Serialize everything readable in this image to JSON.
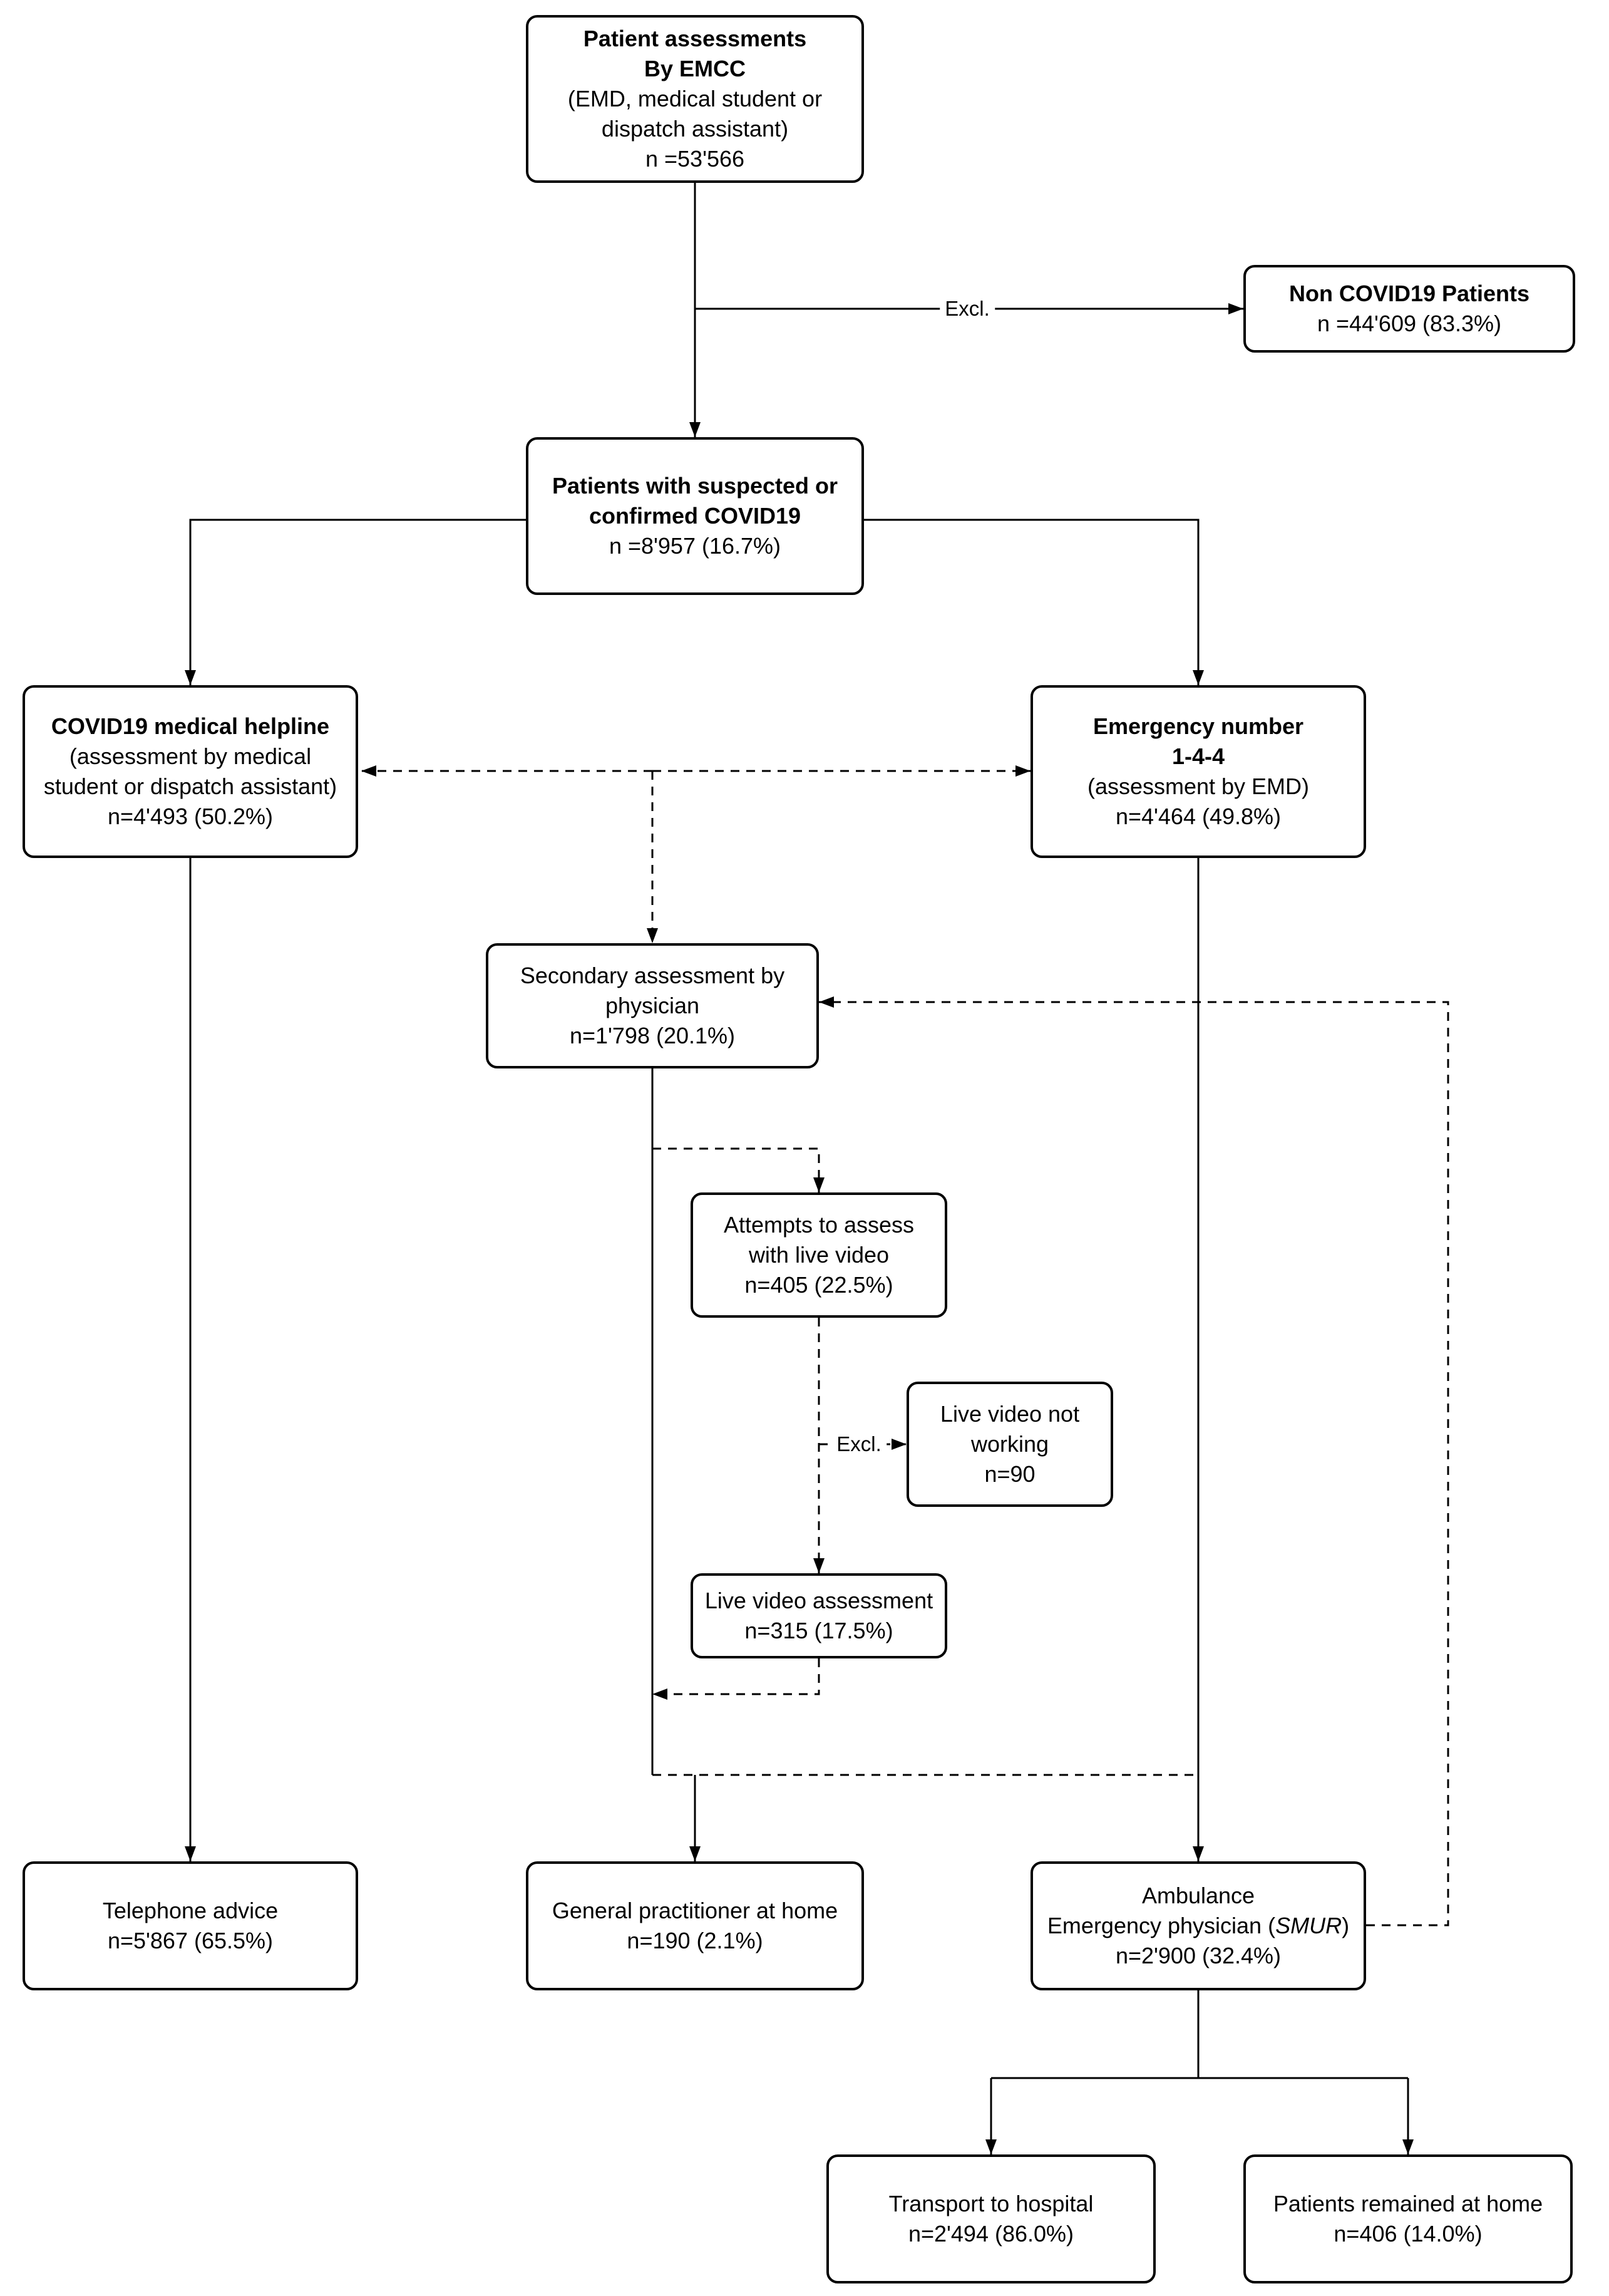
{
  "page": {
    "background": "#ffffff",
    "line_color": "#000000"
  },
  "labels": {
    "excl_top": "Excl.",
    "excl_video": "Excl."
  },
  "boxes": {
    "patient_assessments": {
      "lines": [
        "Patient assessments",
        "By EMCC",
        "(EMD, medical student or",
        "dispatch assistant)",
        "n =53'566"
      ]
    },
    "non_covid": {
      "lines": [
        "Non COVID19 Patients",
        "n =44'609 (83.3%)"
      ]
    },
    "suspected_covid": {
      "lines": [
        "Patients with suspected or",
        "confirmed COVID19",
        "n =8'957 (16.7%)"
      ]
    },
    "helpline": {
      "lines": [
        "COVID19 medical helpline",
        "(assessment by medical",
        "student or dispatch assistant)",
        "n=4'493 (50.2%)"
      ]
    },
    "emergency_number": {
      "lines": [
        "Emergency number",
        "1-4-4",
        "(assessment by EMD)",
        "n=4'464 (49.8%)"
      ]
    },
    "secondary_assessment": {
      "lines": [
        "Secondary assessment  by",
        "physician",
        "n=1'798 (20.1%)"
      ]
    },
    "attempts_live_video": {
      "lines": [
        "Attempts to assess",
        "with live video",
        "n=405 (22.5%)"
      ]
    },
    "live_video_not_working": {
      "lines": [
        "Live video not",
        "working",
        "n=90"
      ]
    },
    "live_video_assessment": {
      "lines": [
        "Live video assessment",
        "n=315 (17.5%)"
      ]
    },
    "telephone_advice": {
      "lines": [
        "Telephone advice",
        "n=5'867 (65.5%)"
      ]
    },
    "general_practitioner": {
      "lines": [
        "General practitioner at home",
        "n=190 (2.1%)"
      ]
    },
    "ambulance": {
      "l1": "Ambulance",
      "l2_pre": "Emergency physician (",
      "l2_it": "SMUR",
      "l2_post": ")",
      "l3": "n=2'900 (32.4%)"
    },
    "transport_hospital": {
      "lines": [
        "Transport to hospital",
        "n=2'494 (86.0%)"
      ]
    },
    "remained_home": {
      "lines": [
        "Patients remained at home",
        "n=406 (14.0%)"
      ]
    }
  }
}
